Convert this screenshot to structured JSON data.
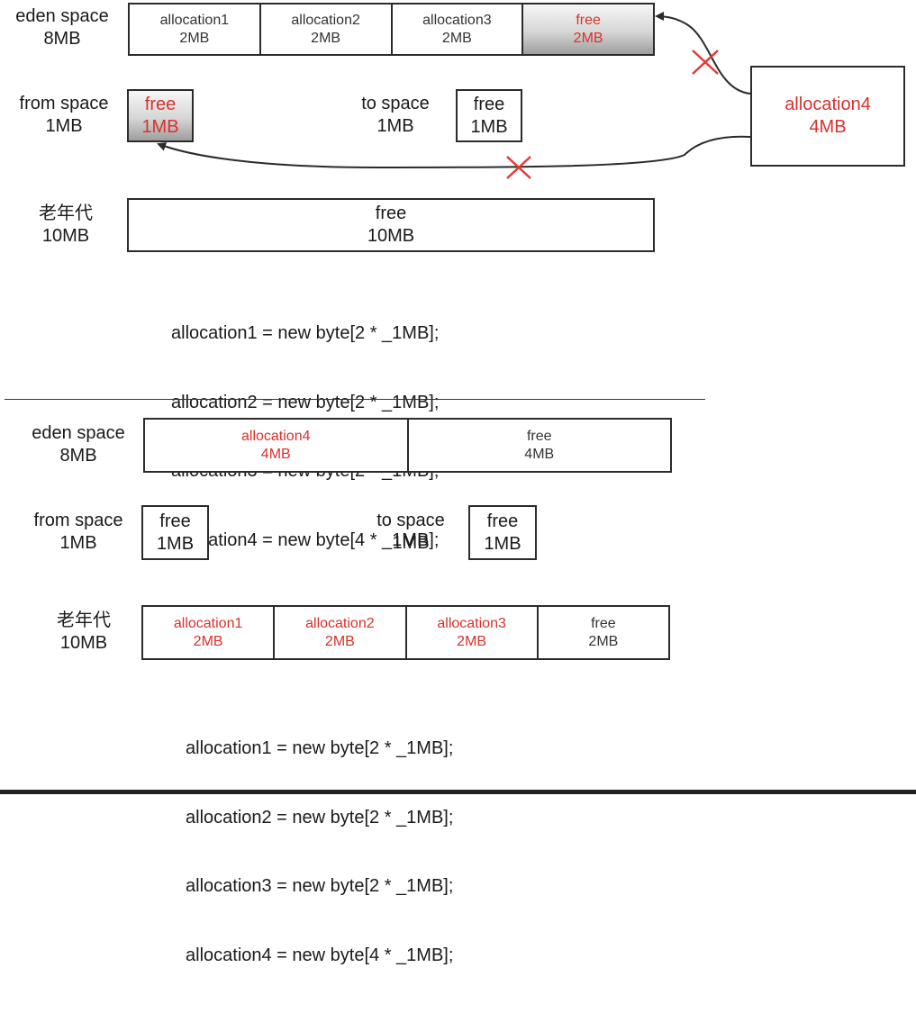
{
  "before": {
    "eden": {
      "label": "eden space",
      "size": "8MB",
      "cells": [
        {
          "name": "allocation1",
          "size": "2MB",
          "highlight": false
        },
        {
          "name": "allocation2",
          "size": "2MB",
          "highlight": false
        },
        {
          "name": "allocation3",
          "size": "2MB",
          "highlight": false
        },
        {
          "name": "free",
          "size": "2MB",
          "highlight": true
        }
      ]
    },
    "from": {
      "label": "from space",
      "size": "1MB",
      "cell_name": "free",
      "cell_size": "1MB"
    },
    "to": {
      "label": "to space",
      "size": "1MB",
      "cell_name": "free",
      "cell_size": "1MB"
    },
    "incoming": {
      "name": "allocation4",
      "size": "4MB"
    },
    "old": {
      "label": "老年代",
      "size": "10MB",
      "cell_name": "free",
      "cell_size": "10MB"
    },
    "code": [
      "allocation1 = new byte[2 * _1MB];",
      "allocation2 = new byte[2 * _1MB];",
      "allocation3 = new byte[2 * _1MB];",
      "allocation4 = new byte[4 * _1MB];"
    ]
  },
  "after": {
    "eden": {
      "label": "eden space",
      "size": "8MB",
      "cells": [
        {
          "name": "allocation4",
          "size": "4MB",
          "highlight": true
        },
        {
          "name": "free",
          "size": "4MB",
          "highlight": false
        }
      ]
    },
    "from": {
      "label": "from space",
      "size": "1MB",
      "cell_name": "free",
      "cell_size": "1MB"
    },
    "to": {
      "label": "to space",
      "size": "1MB",
      "cell_name": "free",
      "cell_size": "1MB"
    },
    "old": {
      "label": "老年代",
      "size": "10MB",
      "cells": [
        {
          "name": "allocation1",
          "size": "2MB",
          "highlight": true
        },
        {
          "name": "allocation2",
          "size": "2MB",
          "highlight": true
        },
        {
          "name": "allocation3",
          "size": "2MB",
          "highlight": true
        },
        {
          "name": "free",
          "size": "2MB",
          "highlight": false
        }
      ]
    },
    "code": [
      "allocation1 = new byte[2 * _1MB];",
      "allocation2 = new byte[2 * _1MB];",
      "allocation3 = new byte[2 * _1MB];",
      "allocation4 = new byte[4 * _1MB];"
    ]
  },
  "colors": {
    "highlight_text": "#d9302b",
    "border": "#2b2b2b",
    "cross": "#e53935"
  }
}
